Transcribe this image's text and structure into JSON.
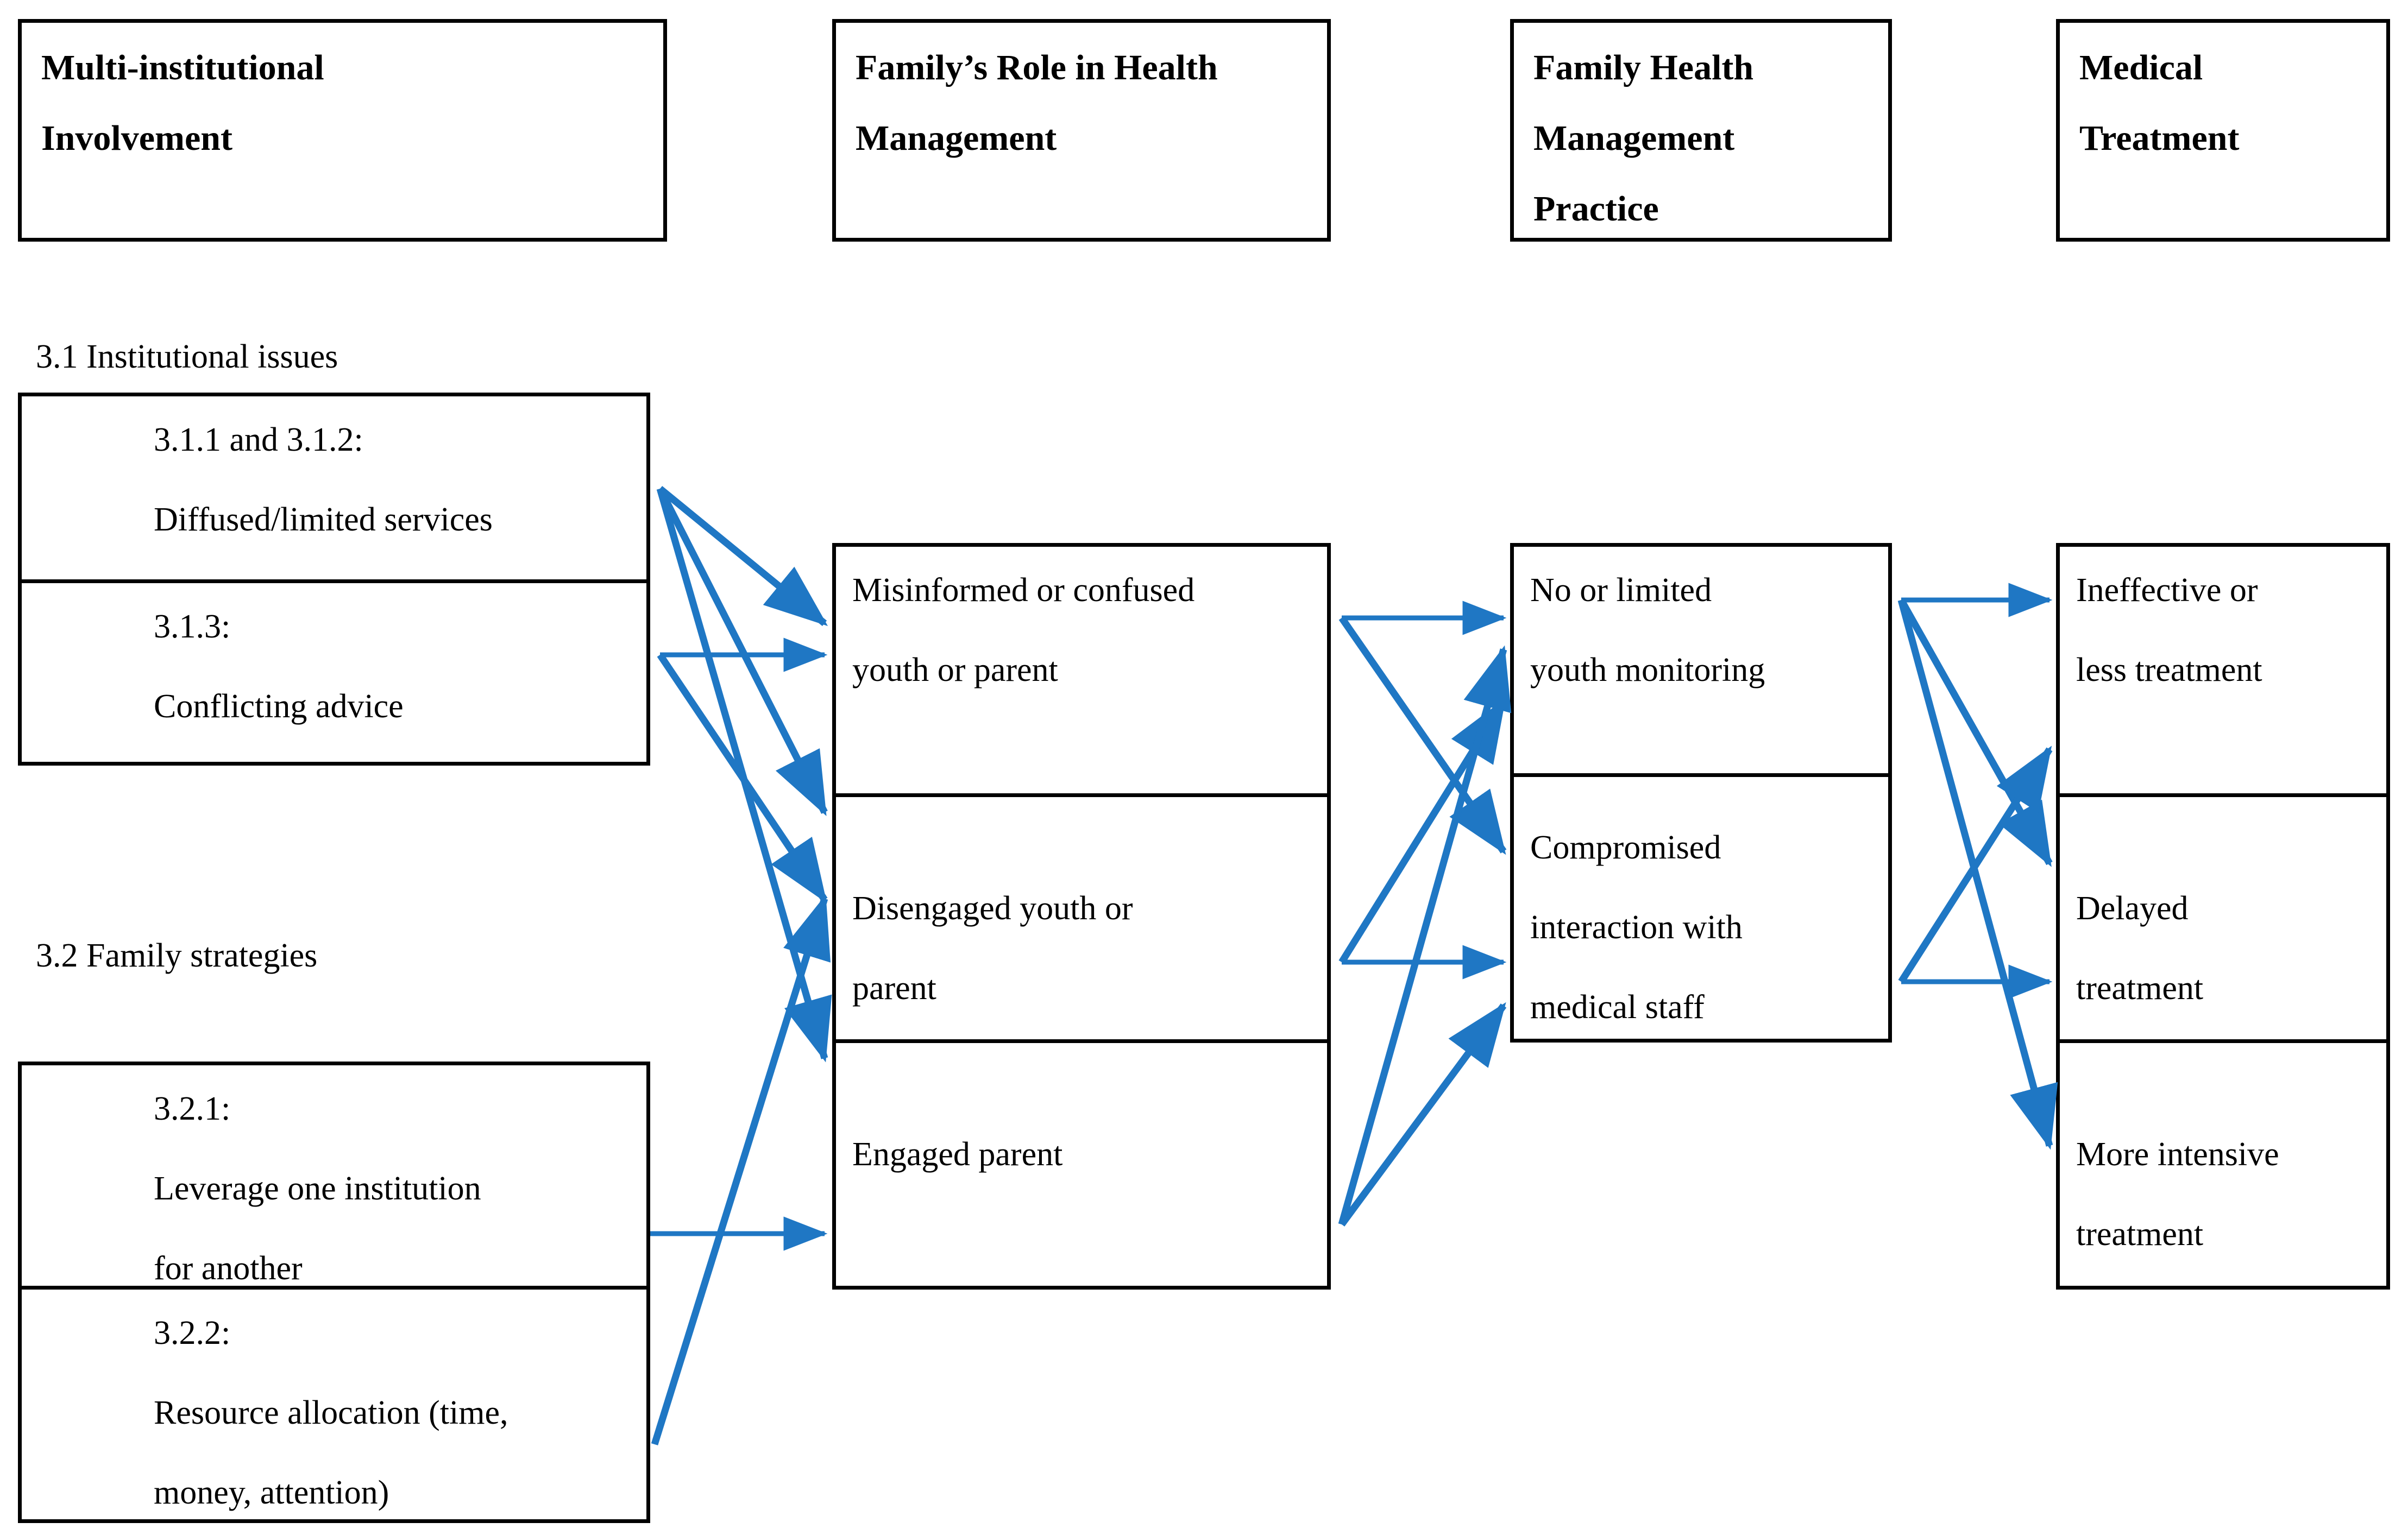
{
  "diagram": {
    "title": "Family health management conceptual flow",
    "accent_color": "#1F77C4",
    "line_color": "#000000",
    "background": "#ffffff"
  },
  "columns": [
    {
      "id": "multi-institutional-involvement",
      "header": "Multi-institutional\nInvolvement",
      "header_line1": "Multi-institutional",
      "header_line2": "Involvement"
    },
    {
      "id": "familys-role-in-health-management",
      "header": "Family’s Role in Health\nManagement",
      "header_line1": "Family’s Role in Health",
      "header_line2": "Management"
    },
    {
      "id": "family-health-management-practice",
      "header": "Family Health\nManagement\nPractice",
      "header_line1": "Family Health",
      "header_line2": "Management",
      "header_line3": "Practice"
    },
    {
      "id": "medical-treatment",
      "header": "Medical\nTreatment",
      "header_line1": "Medical",
      "header_line2": "Treatment"
    }
  ],
  "sections": {
    "institutional_issues_label": "3.1 Institutional issues",
    "family_strategies_label": "3.2 Family strategies"
  },
  "col1_group1": [
    {
      "id": "n311-312",
      "line1": "3.1.1 and 3.1.2:",
      "line2": "Diffused/limited services"
    },
    {
      "id": "n313",
      "line1": "3.1.3:",
      "line2": "Conflicting advice"
    }
  ],
  "col1_group2": [
    {
      "id": "n321",
      "line1": "3.2.1:",
      "line2": "Leverage one institution",
      "line3": "for another"
    },
    {
      "id": "n322",
      "line1": "3.2.2:",
      "line2": "Resource allocation (time,",
      "line3": "money, attention)"
    }
  ],
  "col2_items": [
    {
      "id": "misinformed",
      "line1": "Misinformed or confused",
      "line2": "youth or parent"
    },
    {
      "id": "disengaged",
      "line1": "Disengaged youth or",
      "line2": "parent"
    },
    {
      "id": "engaged-parent",
      "line1": "Engaged parent",
      "line2": ""
    }
  ],
  "col3_items": [
    {
      "id": "no-or-limited-monitoring",
      "line1": "No or limited",
      "line2": "youth monitoring",
      "line3": ""
    },
    {
      "id": "compromised-interaction",
      "line1": "Compromised",
      "line2": "interaction with",
      "line3": "medical staff"
    }
  ],
  "col4_items": [
    {
      "id": "ineffective-treatment",
      "line1": "Ineffective or",
      "line2": "less treatment"
    },
    {
      "id": "delayed-treatment",
      "line1": "Delayed",
      "line2": "treatment"
    },
    {
      "id": "more-intensive-treatment",
      "line1": "More intensive",
      "line2": "treatment"
    }
  ],
  "edges": [
    {
      "from": "n311-312",
      "to": "misinformed"
    },
    {
      "from": "n311-312",
      "to": "disengaged"
    },
    {
      "from": "n311-312",
      "to": "engaged-parent"
    },
    {
      "from": "n313",
      "to": "misinformed"
    },
    {
      "from": "n313",
      "to": "disengaged"
    },
    {
      "from": "n321",
      "to": "engaged-parent"
    },
    {
      "from": "n322",
      "to": "disengaged"
    },
    {
      "from": "misinformed",
      "to": "no-or-limited-monitoring"
    },
    {
      "from": "misinformed",
      "to": "compromised-interaction"
    },
    {
      "from": "disengaged",
      "to": "no-or-limited-monitoring"
    },
    {
      "from": "disengaged",
      "to": "compromised-interaction"
    },
    {
      "from": "engaged-parent",
      "to": "no-or-limited-monitoring"
    },
    {
      "from": "engaged-parent",
      "to": "compromised-interaction"
    },
    {
      "from": "no-or-limited-monitoring",
      "to": "ineffective-treatment"
    },
    {
      "from": "no-or-limited-monitoring",
      "to": "delayed-treatment"
    },
    {
      "from": "no-or-limited-monitoring",
      "to": "more-intensive-treatment"
    },
    {
      "from": "compromised-interaction",
      "to": "ineffective-treatment"
    },
    {
      "from": "compromised-interaction",
      "to": "delayed-treatment"
    }
  ]
}
